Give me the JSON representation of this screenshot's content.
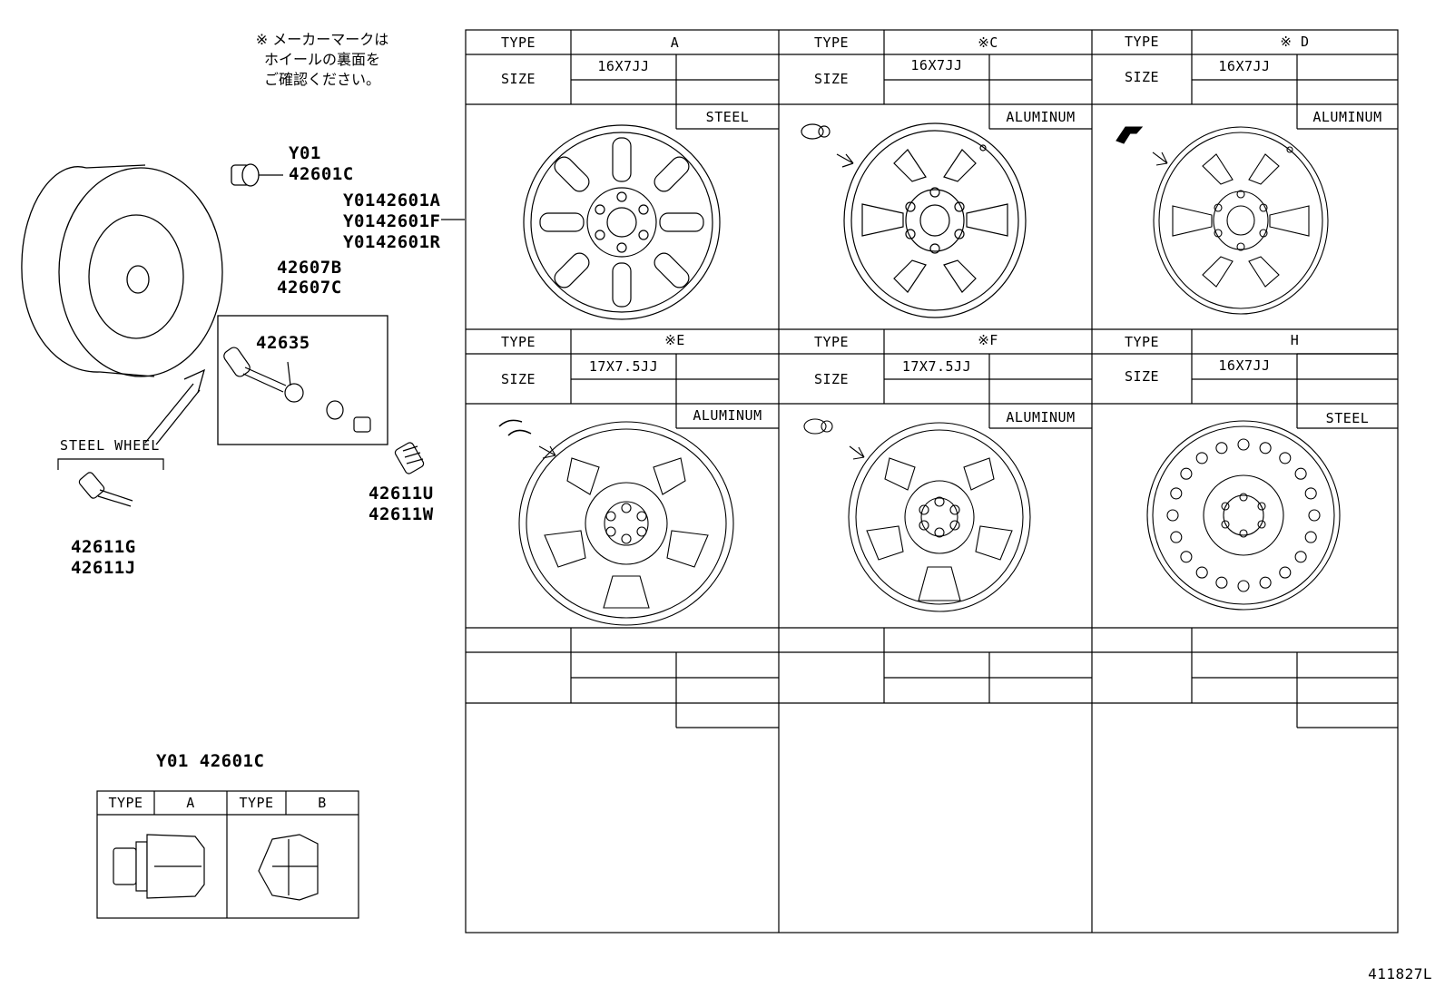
{
  "note": {
    "line1": "※ メーカーマークは",
    "line2": "ホイールの裏面を",
    "line3": "ご確認ください。"
  },
  "parts": {
    "nut_label_a": "Y01",
    "nut_label_b": "42601C",
    "wheel_ids": [
      "Y0142601A",
      "Y0142601F",
      "Y0142601R"
    ],
    "valve_set_a": "42607B",
    "valve_set_b": "42607C",
    "valve_core": "42635",
    "steel_wheel_label": "STEEL WHEEL",
    "valve_steel_a": "42611G",
    "valve_steel_b": "42611J",
    "valve_alt_a": "42611U",
    "valve_alt_b": "42611W"
  },
  "nut_table": {
    "title": "Y01 42601C",
    "type_label": "TYPE",
    "type_a": "A",
    "type_b": "B"
  },
  "table_labels": {
    "type": "TYPE",
    "size": "SIZE"
  },
  "wheels": [
    {
      "type": "A",
      "size": "16X7JJ",
      "material": "STEEL"
    },
    {
      "type": "※C",
      "size": "16X7JJ",
      "material": "ALUMINUM"
    },
    {
      "type": "※ D",
      "size": "16X7JJ",
      "material": "ALUMINUM"
    },
    {
      "type": "※E",
      "size": "17X7.5JJ",
      "material": "ALUMINUM"
    },
    {
      "type": "※F",
      "size": "17X7.5JJ",
      "material": "ALUMINUM"
    },
    {
      "type": "H",
      "size": "16X7JJ",
      "material": "STEEL"
    }
  ],
  "footer": {
    "code": "411827L"
  }
}
